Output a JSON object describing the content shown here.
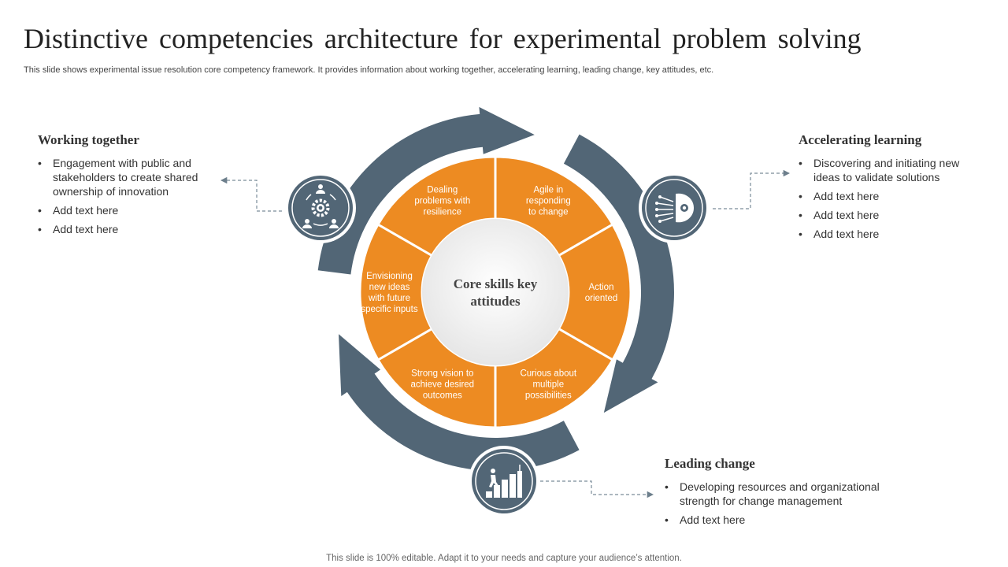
{
  "title": "Distinctive competencies architecture for experimental problem solving",
  "subtitle": "This slide shows experimental issue resolution core competency framework. It provides information about working together, accelerating learning, leading change, key attitudes, etc.",
  "footer": "This slide is 100% editable. Adapt it to your needs and capture your audience’s attention.",
  "colors": {
    "orange": "#ED8B22",
    "slate": "#526676",
    "light_center": "#EEEEEE",
    "connector": "#7A8C99"
  },
  "center": {
    "line1": "Core skills key",
    "line2": "attitudes"
  },
  "segments": [
    {
      "lines": [
        "Agile in",
        "responding",
        "to change"
      ]
    },
    {
      "lines": [
        "Action",
        "oriented"
      ]
    },
    {
      "lines": [
        "Curious about",
        "multiple",
        "possibilities"
      ]
    },
    {
      "lines": [
        "Strong vision to",
        "achieve desired",
        "outcomes"
      ]
    },
    {
      "lines": [
        "Envisioning",
        "new ideas",
        "with future",
        "specific inputs"
      ]
    },
    {
      "lines": [
        "Dealing",
        "problems with",
        "resilience"
      ]
    }
  ],
  "blocks": {
    "working": {
      "heading": "Working together",
      "items": [
        "Engagement with public and stakeholders to create shared ownership of innovation",
        "Add text here",
        "Add text here"
      ],
      "icon": "teamwork-gear-icon"
    },
    "accelerating": {
      "heading": "Accelerating learning",
      "items": [
        "Discovering and initiating new ideas to validate solutions",
        "Add text here",
        "Add text here",
        "Add text here"
      ],
      "icon": "brain-gear-icon"
    },
    "leading": {
      "heading": "Leading change",
      "items": [
        "Developing resources and organizational strength for change management",
        "Add text here"
      ],
      "icon": "climbing-stairs-icon"
    }
  }
}
